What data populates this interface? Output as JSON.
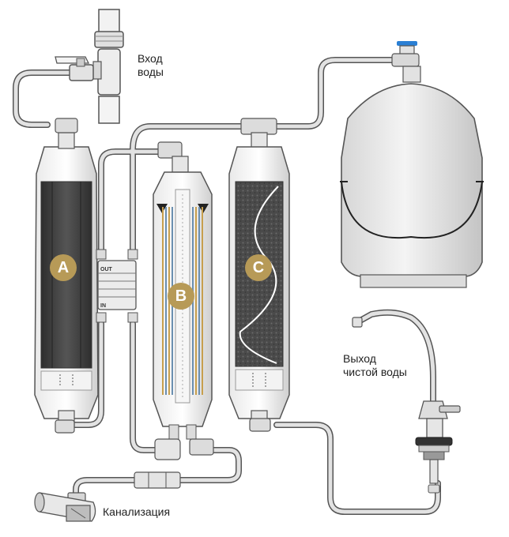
{
  "labels": {
    "water_inlet": [
      "Вход",
      "воды"
    ],
    "clean_water_outlet": [
      "Выход",
      "чистой воды"
    ],
    "drain": "Канализация"
  },
  "filters": [
    {
      "id": "A",
      "label": "A"
    },
    {
      "id": "B",
      "label": "B"
    },
    {
      "id": "C",
      "label": "C"
    }
  ],
  "flow_restrictor": {
    "out_label": "OUT",
    "in_label": "IN"
  },
  "colors": {
    "badge": "#b79a57",
    "tube": "#d9d9d9",
    "tube_outline": "#555555",
    "valve_handle": "#2a7fd4",
    "carbon_block": "#3f3f3f",
    "tank": "#e6e6e6"
  }
}
